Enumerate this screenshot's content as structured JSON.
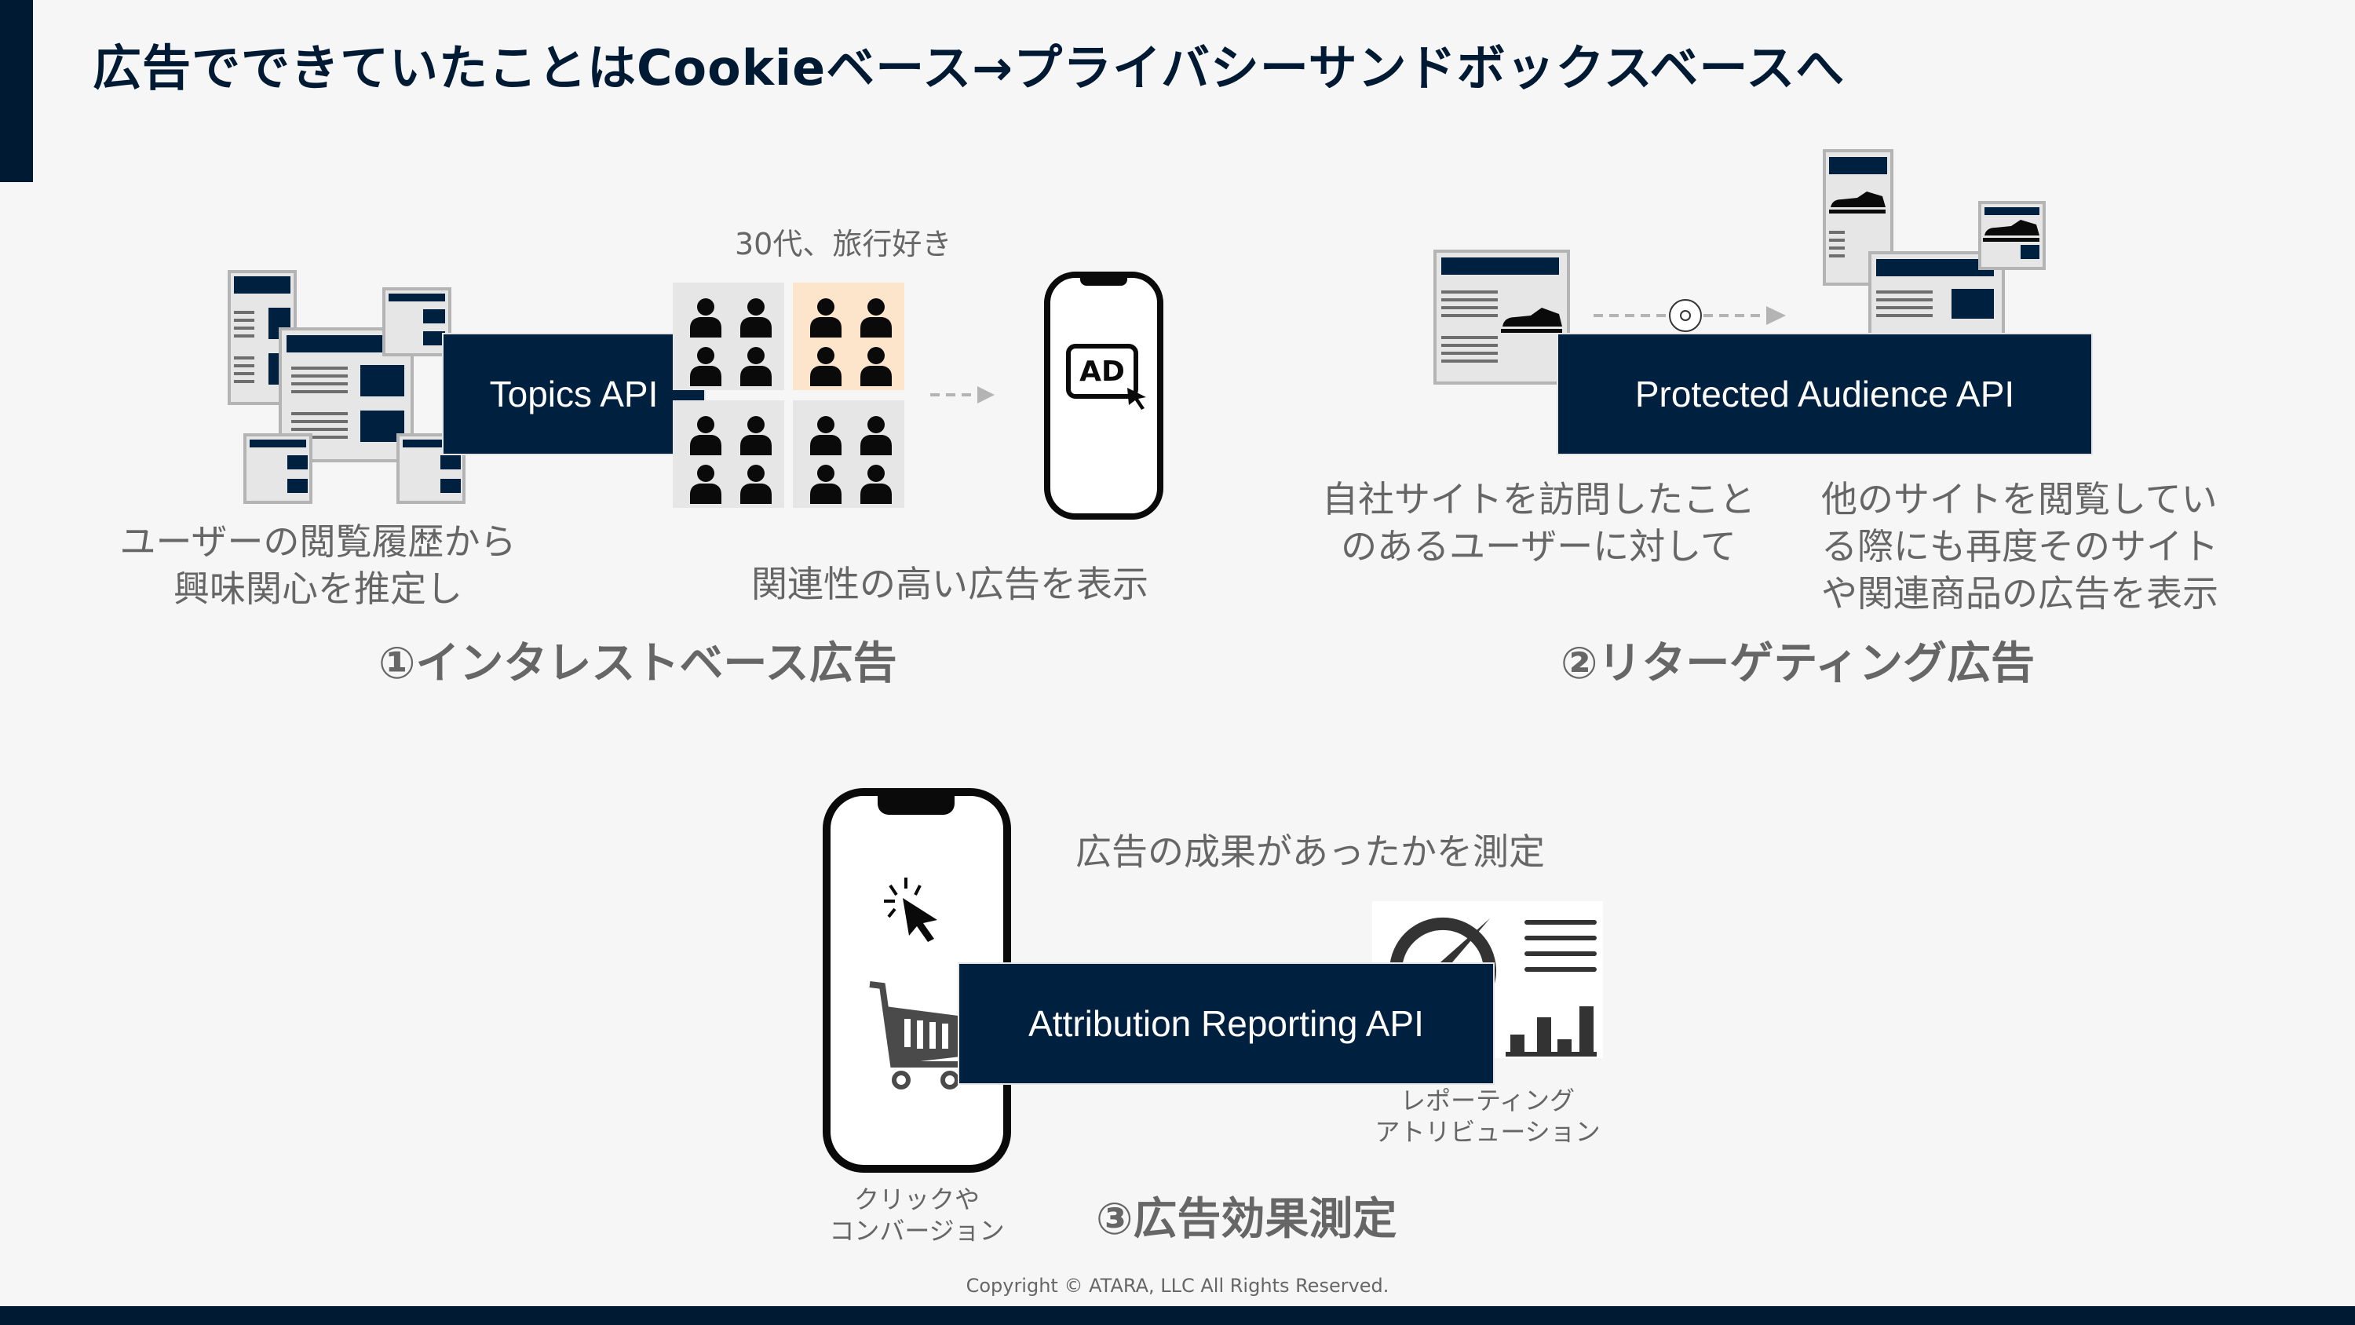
{
  "slide": {
    "title": "広告でできていたことはCookieベース→プライバシーサンドボックスベースへ",
    "copyright": "Copyright © ATARA, LLC All Rights Reserved."
  },
  "colors": {
    "navy": "#002040",
    "gray_text": "#666666",
    "highlight": "#fde5cc",
    "page_bg": "#f6f6f6"
  },
  "section1": {
    "api_label": "Topics API",
    "segment_label": "30代、旅行好き",
    "desc_left": [
      "ユーザーの閲覧履歴から",
      "興味関心を推定し"
    ],
    "desc_right": "関連性の高い広告を表示",
    "heading": "①インタレストベース広告",
    "ad_text": "AD"
  },
  "section2": {
    "api_label": "Protected Audience API",
    "desc_left": [
      "自社サイトを訪問したこと",
      "のあるユーザーに対して"
    ],
    "desc_right": [
      "他のサイトを閲覧してい",
      "る際にも再度そのサイト",
      "や関連商品の広告を表示"
    ],
    "heading": "②リターゲティング広告"
  },
  "section3": {
    "api_label": "Attribution Reporting API",
    "measure_label": "広告の成果があったかを測定",
    "phone_caption": [
      "クリックや",
      "コンバージョン"
    ],
    "report_caption": [
      "レポーティング",
      "アトリビューション"
    ],
    "heading": "③広告効果測定"
  }
}
